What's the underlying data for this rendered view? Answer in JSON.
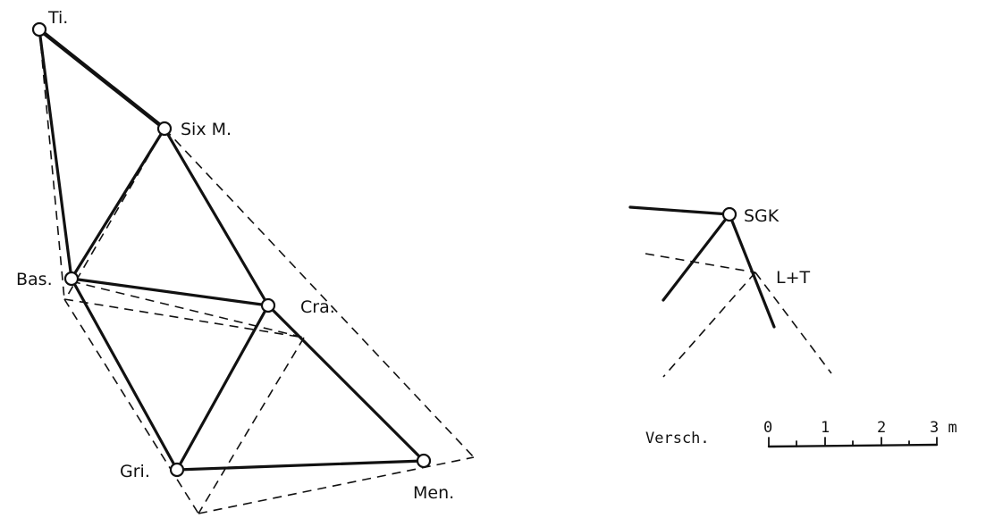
{
  "network": {
    "stations": {
      "ti": "Ti.",
      "six": "Six M.",
      "bas": "Bas.",
      "cra": "Cra.",
      "gri": "Gri.",
      "men": "Men."
    }
  },
  "detail": {
    "sgk": "SGK",
    "lt": "L+T"
  },
  "scale": {
    "label": "Versch.",
    "ticks": [
      "0",
      "1",
      "2",
      "3 m"
    ]
  }
}
